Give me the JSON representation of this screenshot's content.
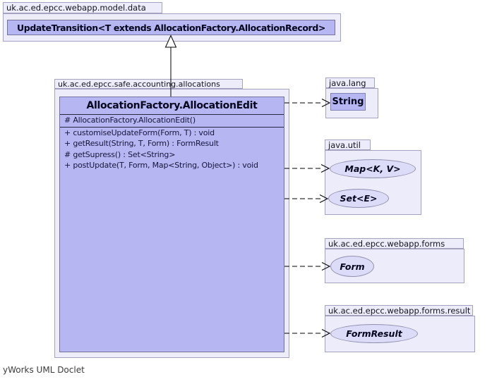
{
  "diagram": {
    "generator_label": "yWorks UML Doclet"
  },
  "packages": {
    "model_data": {
      "name": "uk.ac.ed.epcc.webapp.model.data"
    },
    "allocations": {
      "name": "uk.ac.ed.epcc.safe.accounting.allocations"
    },
    "java_lang": {
      "name": "java.lang"
    },
    "java_util": {
      "name": "java.util"
    },
    "forms": {
      "name": "uk.ac.ed.epcc.webapp.forms"
    },
    "forms_result": {
      "name": "uk.ac.ed.epcc.webapp.forms.result"
    }
  },
  "classes": {
    "update_transition": {
      "title": "UpdateTransition<T extends AllocationFactory.AllocationRecord>"
    },
    "allocation_edit": {
      "title": "AllocationFactory.AllocationEdit",
      "constructor": "# AllocationFactory.AllocationEdit()",
      "methods": [
        "+ customiseUpdateForm(Form, T) : void",
        "+ getResult(String, T, Form) : FormResult",
        "# getSupress() : Set<String>",
        "+ postUpdate(T, Form, Map<String, Object>) : void"
      ]
    },
    "string": {
      "title": "String"
    }
  },
  "interfaces": {
    "map": {
      "title": "Map<K, V>"
    },
    "set": {
      "title": "Set<E>"
    },
    "form": {
      "title": "Form"
    },
    "form_result": {
      "title": "FormResult"
    }
  },
  "relations": {
    "generalization": "AllocationFactory.AllocationEdit extends UpdateTransition",
    "dependencies": [
      "String",
      "Map<K, V>",
      "Set<E>",
      "Form",
      "FormResult"
    ]
  },
  "colors": {
    "node_fill": "#b6b6f2",
    "node_border": "#73739e",
    "package_fill": "#ececfa",
    "package_border": "#a3a3bf",
    "interface_fill": "#dcdcf8",
    "interface_border": "#9191b1",
    "edge": "#000000",
    "background": "#ffffff"
  }
}
